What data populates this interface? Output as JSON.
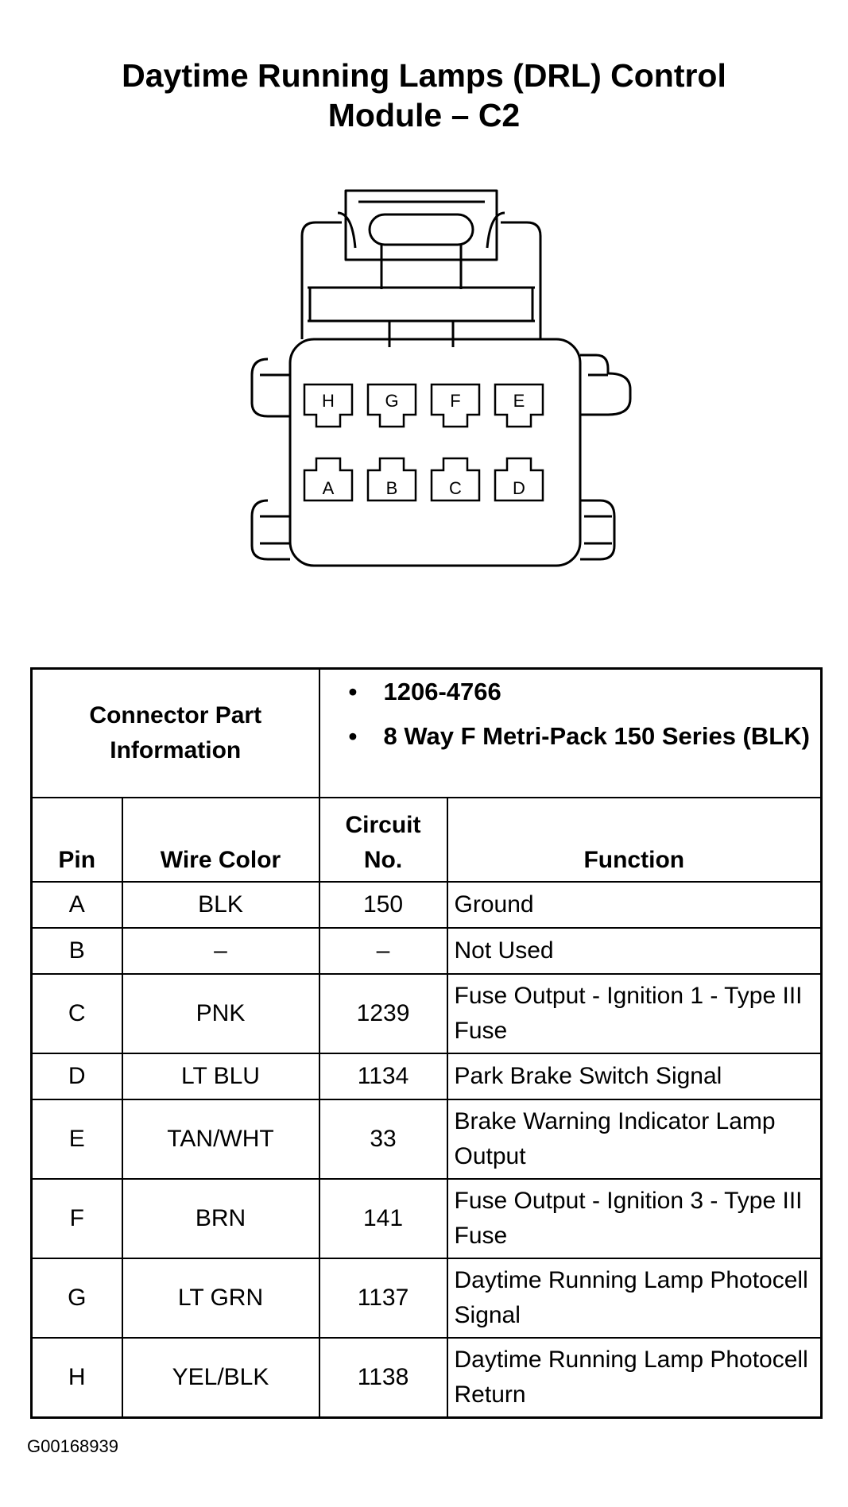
{
  "title": {
    "line1": "Daytime Running Lamps (DRL) Control",
    "line2": "Module – C2"
  },
  "connector": {
    "top_row": [
      "H",
      "G",
      "F",
      "E"
    ],
    "bottom_row": [
      "A",
      "B",
      "C",
      "D"
    ]
  },
  "part_info": {
    "label": "Connector Part Information",
    "items": [
      "1206-4766",
      "8 Way F Metri-Pack 150 Series (BLK)"
    ]
  },
  "table": {
    "headers": {
      "pin": "Pin",
      "wire_color": "Wire Color",
      "circuit_line1": "Circuit",
      "circuit_line2": "No.",
      "function": "Function"
    },
    "rows": [
      {
        "pin": "A",
        "wire": "BLK",
        "circuit": "150",
        "function": "Ground"
      },
      {
        "pin": "B",
        "wire": "–",
        "circuit": "–",
        "function": "Not Used"
      },
      {
        "pin": "C",
        "wire": "PNK",
        "circuit": "1239",
        "function": "Fuse Output - Ignition 1 - Type III Fuse"
      },
      {
        "pin": "D",
        "wire": "LT BLU",
        "circuit": "1134",
        "function": "Park Brake Switch Signal"
      },
      {
        "pin": "E",
        "wire": "TAN/WHT",
        "circuit": "33",
        "function": "Brake Warning Indicator Lamp Output"
      },
      {
        "pin": "F",
        "wire": "BRN",
        "circuit": "141",
        "function": "Fuse Output - Ignition 3 - Type III Fuse"
      },
      {
        "pin": "G",
        "wire": "LT GRN",
        "circuit": "1137",
        "function": "Daytime Running Lamp Photocell Signal"
      },
      {
        "pin": "H",
        "wire": "YEL/BLK",
        "circuit": "1138",
        "function": "Daytime Running Lamp Photocell Return"
      }
    ]
  },
  "figure_code": "G00168939"
}
